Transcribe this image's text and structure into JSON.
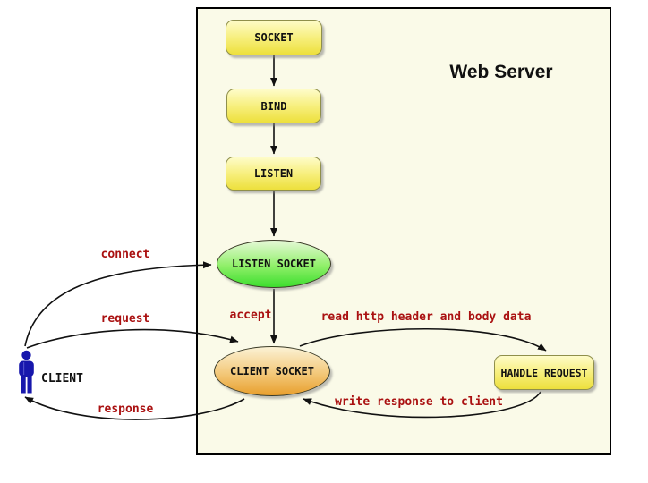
{
  "title": "Web Server",
  "actor": {
    "label": "CLIENT"
  },
  "nodes": {
    "socket": {
      "label": "SOCKET",
      "shape": "rounded-rect"
    },
    "bind": {
      "label": "BIND",
      "shape": "rounded-rect"
    },
    "listen": {
      "label": "LISTEN",
      "shape": "rounded-rect"
    },
    "listen_socket": {
      "label": "LISTEN SOCKET",
      "shape": "ellipse"
    },
    "client_socket": {
      "label": "CLIENT SOCKET",
      "shape": "ellipse"
    },
    "handle_request": {
      "label": "HANDLE REQUEST",
      "shape": "rounded-rect"
    }
  },
  "edges": {
    "socket_to_bind": {
      "label": ""
    },
    "bind_to_listen": {
      "label": ""
    },
    "listen_to_listen_socket": {
      "label": ""
    },
    "listen_socket_to_client_socket": {
      "label": "accept"
    },
    "client_to_listen_socket": {
      "label": "connect"
    },
    "client_to_client_socket": {
      "label": "request"
    },
    "client_socket_to_client": {
      "label": "response"
    },
    "client_socket_to_handle_request": {
      "label": "read http header and body data"
    },
    "handle_request_to_client_socket": {
      "label": "write response to client"
    }
  },
  "colors": {
    "server_box_background": "#FAFAE8",
    "server_box_border": "#000000",
    "process_gradient_top": "#FEFCC9",
    "process_gradient_bottom": "#EDE03C",
    "listen_socket_gradient_top": "#E6F9D8",
    "listen_socket_gradient_bottom": "#3CDE2E",
    "client_socket_gradient_top": "#FBF2D5",
    "client_socket_gradient_bottom": "#E89F2D",
    "edge_label_text": "#AA1111",
    "actor_figure": "#1717AC",
    "arrow_stroke": "#111111",
    "node_text": "#111111"
  }
}
